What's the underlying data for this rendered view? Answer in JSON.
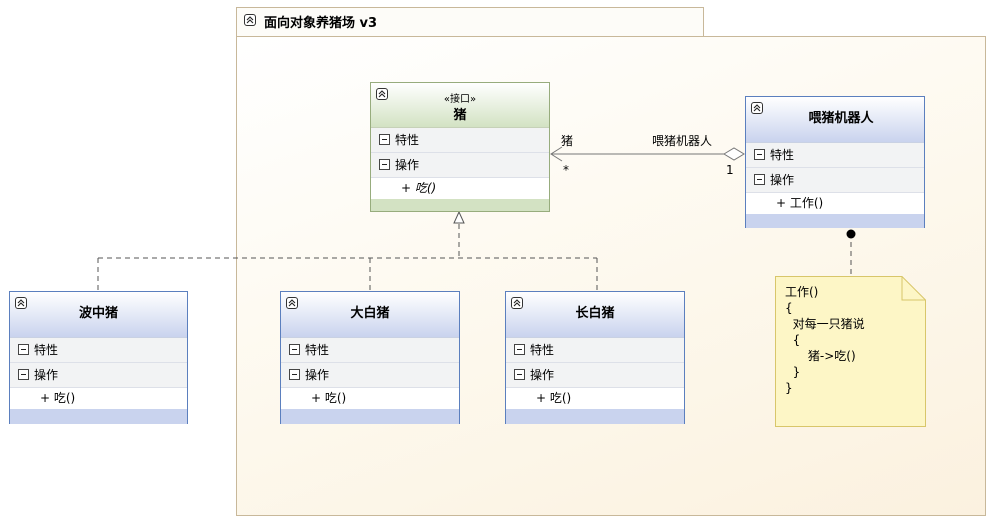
{
  "package": {
    "title": "面向对象养猪场 v3"
  },
  "interface": {
    "stereotype": "«接口»",
    "name": "猪",
    "attr_label": "特性",
    "op_label": "操作",
    "operation": "+ 吃()"
  },
  "robot": {
    "name": "喂猪机器人",
    "attr_label": "特性",
    "op_label": "操作",
    "operation": "+ 工作()"
  },
  "classes": [
    {
      "name": "波中猪",
      "attr_label": "特性",
      "op_label": "操作",
      "operation": "+ 吃()"
    },
    {
      "name": "大白猪",
      "attr_label": "特性",
      "op_label": "操作",
      "operation": "+ 吃()"
    },
    {
      "name": "长白猪",
      "attr_label": "特性",
      "op_label": "操作",
      "operation": "+ 吃()"
    }
  ],
  "association": {
    "end_pig_role": "猪",
    "end_pig_mult": "*",
    "end_robot_role": "喂猪机器人",
    "end_robot_mult": "1"
  },
  "note": {
    "text": "工作()\n{\n  对每一只猪说\n  {\n      猪->吃()\n  }\n}"
  },
  "colors": {
    "class_border": "#5b7fbe",
    "interface_border": "#97ac7d",
    "note_fill": "#fdf6c6",
    "note_border": "#d8c66a",
    "package_border": "#c8b89a"
  }
}
